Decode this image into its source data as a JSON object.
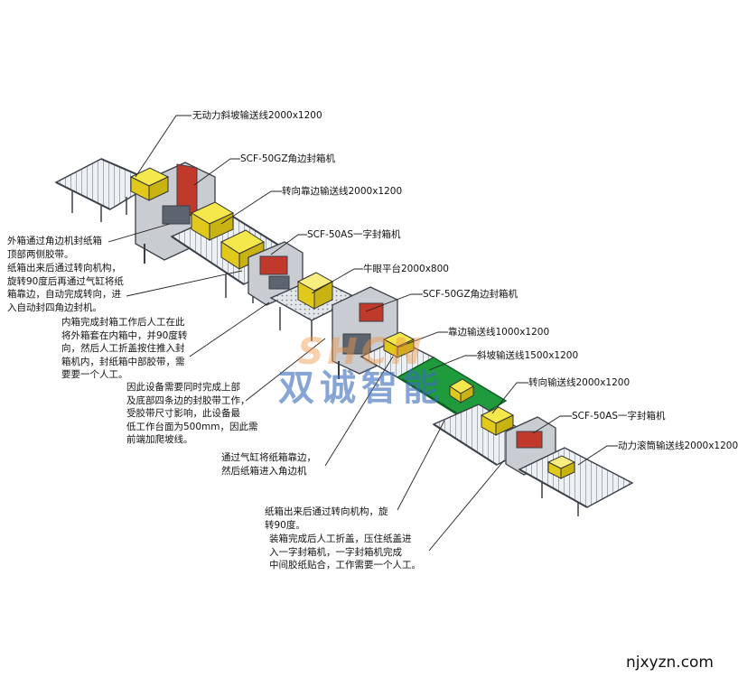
{
  "labels": {
    "unpowered_incline": "无动力斜坡输送线2000x1200",
    "corner_sealer_1": "SCF-50GZ角边封箱机",
    "turn_edge_conveyor": "转向靠边输送线2000x1200",
    "straight_sealer_1": "SCF-50AS一字封箱机",
    "bull_eye_platform": "牛眼平台2000x800",
    "corner_sealer_2": "SCF-50GZ角边封箱机",
    "edge_conveyor": "靠边输送线1000x1200",
    "incline_conveyor": "斜坡输送线1500x1200",
    "turn_conveyor": "转向输送线2000x1200",
    "straight_sealer_2": "SCF-50AS一字封箱机",
    "powered_roller": "动力滚筒输送线2000x1200"
  },
  "notes": {
    "outer_box": "外箱通过角边机封纸箱\n顶部两侧胶带。",
    "box_out_turn": "纸箱出来后通过转向机构，\n旋转90度后再通过气缸将纸\n箱靠边，自动完成转向，进\n入自动封四角边封机。",
    "inner_box": "内箱完成封箱工作后人工在此\n将外箱套在内箱中，并90度转\n向，然后人工折盖按住推入封\n箱机内，封纸箱中部胶带，需\n要要一个人工。",
    "incline_reason": "因此设备需要同时完成上部\n及底部四条边的封胶带工作，\n受胶带尺寸影响，此设备最\n低工作台面为500mm，因此需\n前端加爬坡线。",
    "cylinder_edge": "通过气缸将纸箱靠边，\n然后纸箱进入角边机",
    "box_turn_90": "纸箱出来后通过转向机构，旋\n转90度。",
    "manual_fold": "装箱完成后人工折盖，压住纸盖进\n入一字封箱机，一字封箱机完成\n中间胶纸贴合，工作需要一个人工。"
  },
  "watermark": {
    "en": "SHCN",
    "zh": "双诚智能"
  },
  "site": "njxyzn.com",
  "colors": {
    "frame": "#3a3f48",
    "roller_face": "#e8ecef",
    "roller_line": "#8a9098",
    "green_bed": "#1f9a3c",
    "box_yellow": "#f2df1e",
    "machine_red": "#c0392b",
    "machine_grey": "#c9ccd0"
  }
}
